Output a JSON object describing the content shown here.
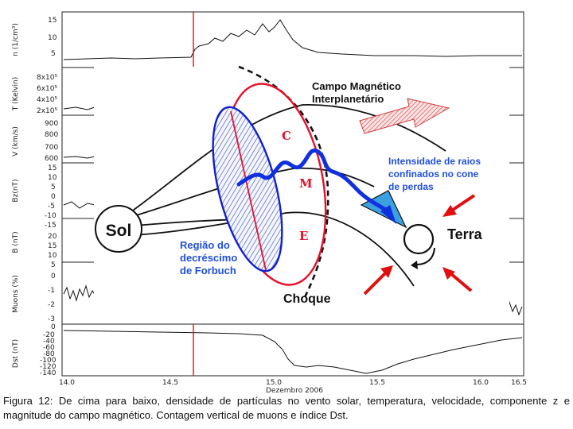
{
  "diagram": {
    "sun_label": "Sol",
    "earth_label": "Terra",
    "imf_label_line1": "Campo Magnético",
    "imf_label_line2": "Interplanetário",
    "cr_label_line1": "Intensidade de raios",
    "cr_label_line2": "confinados no cone",
    "cr_label_line3": "de perdas",
    "forbush_label_line1": "Região do",
    "forbush_label_line2": "decréscimo",
    "forbush_label_line3": "de Forbuch",
    "shock_label": "Choque",
    "region_c": "C",
    "region_m": "M",
    "region_e": "E",
    "colors": {
      "ellipse_red": "#e8102a",
      "ellipse_blue": "#1020d0",
      "wave_blue": "#1030e0",
      "cone": "#3aa0e0",
      "text_blue": "#2050d8",
      "arrow_red": "#e01010"
    }
  },
  "panels": {
    "x_axis_label": "Dezembro 2006",
    "x_ticks": [
      "14.0",
      "14.5",
      "15.0",
      "15.5",
      "16.0",
      "16.5"
    ],
    "y_labels": [
      "n (1/cm³)",
      "T (Kelvin)",
      "V (km/s)",
      "Bz(nT)",
      "B (nT)",
      "Muons (%)",
      "Dst (nT)"
    ],
    "density_ticks": [
      "15",
      "10",
      "5"
    ],
    "temp_ticks": [
      "8x10⁵",
      "6x10⁵",
      "4x10⁵",
      "2x10⁵"
    ],
    "velocity_ticks": [
      "900",
      "800",
      "700",
      "600"
    ],
    "bz_ticks": [
      "15",
      "10",
      "5",
      "0",
      "-5",
      "-10",
      "-15"
    ],
    "b_ticks": [
      "20",
      "15",
      "10",
      "5"
    ],
    "muon_ticks": [
      "0",
      "-1",
      "-2",
      "-3"
    ],
    "dst_ticks": [
      "0",
      "-20",
      "-40",
      "-60",
      "-80",
      "-100",
      "-120",
      "-140"
    ]
  },
  "caption": "Figura 12: De cima para baixo, densidade de partículas no vento solar, temperatura, velocidade, componente z e magnitude do campo magnético. Contagem vertical de muons e índice Dst."
}
